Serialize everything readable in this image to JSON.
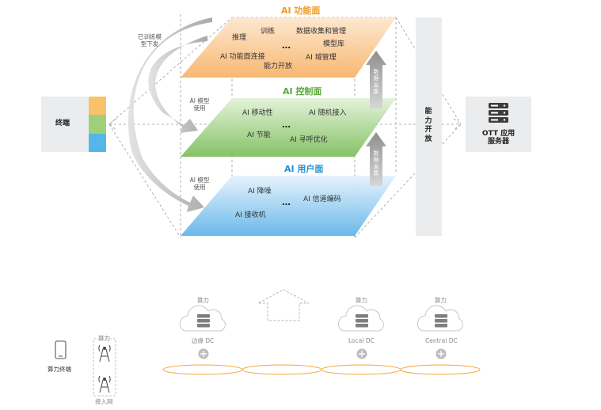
{
  "colors": {
    "function_plane_top": "#fde7cf",
    "function_plane_bottom": "#f7b46a",
    "control_plane_top": "#e3f2d8",
    "control_plane_bottom": "#7fbf5e",
    "user_plane_top": "#e4f2fc",
    "user_plane_bottom": "#63b5e8",
    "function_title": "#f39a1e",
    "control_title": "#5aaa3a",
    "user_title": "#1f8fd6",
    "terminal_orange": "#f7c26b",
    "terminal_green": "#9ed07a",
    "terminal_blue": "#55b6ea",
    "panel_gray": "#ebeced",
    "arrow_gray": "#9c9c9c",
    "ring_orange": "#f5a53a"
  },
  "function_plane": {
    "title": "AI 功能面",
    "items": [
      "推理",
      "训练",
      "数据收集和管理",
      "模型库",
      "AI 功能面连接",
      "能力开放",
      "AI 域管理"
    ],
    "ellipsis": "…"
  },
  "control_plane": {
    "title": "AI 控制面",
    "items": [
      "AI 移动性",
      "AI 随机接入",
      "AI 节能",
      "AI 寻呼优化"
    ],
    "ellipsis": "…"
  },
  "user_plane": {
    "title": "AI 用户面",
    "items": [
      "AI 降噪",
      "AI 信道编码",
      "AI 接收机"
    ],
    "ellipsis": "…"
  },
  "labels": {
    "trained_model_down": "已训练模\n型下发",
    "ai_model_use_1": "AI 模型\n使用",
    "ai_model_use_2": "AI 模型\n使用",
    "data_collect_1": "数据采集",
    "data_collect_2": "数据采集",
    "terminal": "终端",
    "capability_open": "能力开放",
    "ott_server": "OTT 应用\n服务器"
  },
  "bottom": {
    "compute_1": "算力",
    "compute_2": "算力",
    "compute_3": "算力",
    "compute_4": "算力",
    "edge_dc": "边缘 DC",
    "local_dc": "Local DC",
    "central_dc": "Central DC",
    "compute_terminal": "算力终端",
    "access_net": "接入网"
  }
}
